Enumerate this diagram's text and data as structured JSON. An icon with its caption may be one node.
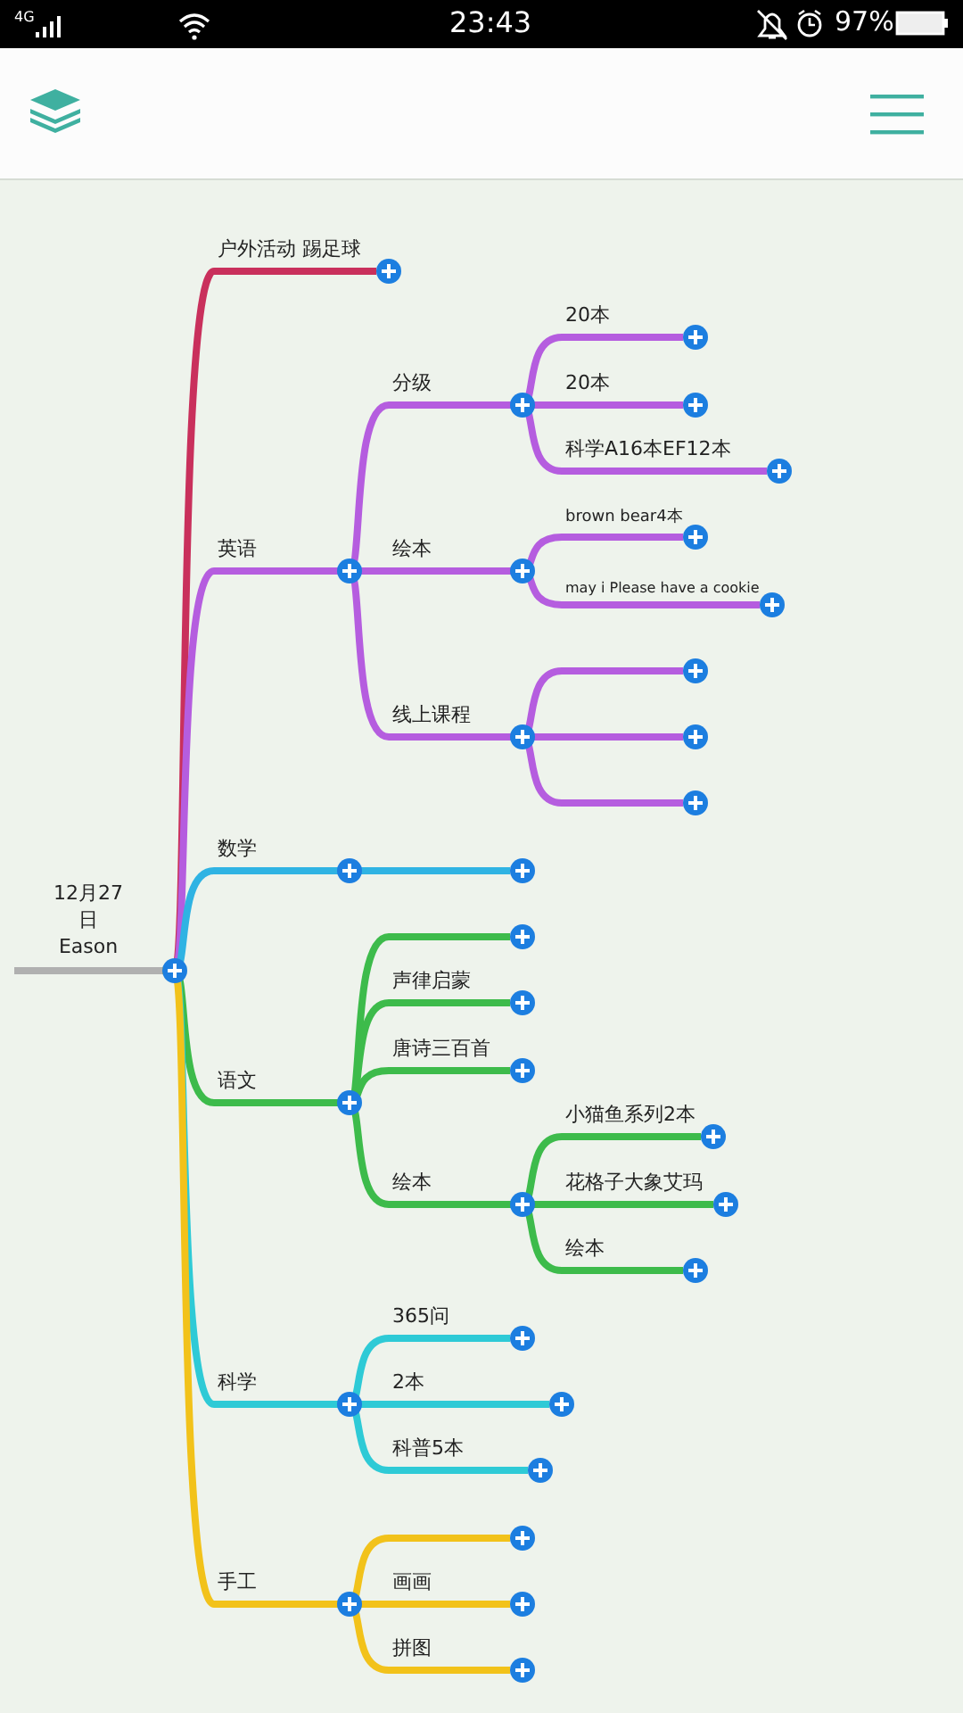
{
  "diagram": {
    "nodes": [
      {
        "text": [
          "12月27日 Eason"
        ]
      },
      {
        "text": [
          "户外活动 踢足球"
        ]
      },
      {
        "text": [
          "英语"
        ]
      },
      {
        "text": [
          "分级"
        ]
      },
      {
        "text": [
          "20本"
        ]
      },
      {
        "text": [
          "20本"
        ]
      },
      {
        "text": [
          "科学A16本EF12本"
        ]
      },
      {
        "text": [
          "绘本"
        ]
      },
      {
        "text": [
          "brown bear4本"
        ]
      },
      {
        "text": [
          "may i Please have a cookie"
        ]
      },
      {
        "text": [
          "线上课程"
        ]
      },
      {
        "text": [],
        "shape": "bar"
      },
      {
        "text": [],
        "shape": "bar"
      },
      {
        "text": [],
        "shape": "bar"
      },
      {
        "text": [
          "数学"
        ]
      },
      {
        "text": [],
        "shape": "bar"
      },
      {
        "text": [
          "语文"
        ]
      },
      {
        "text": [],
        "shape": "bar"
      },
      {
        "text": [
          "声律启蒙"
        ]
      },
      {
        "text": [
          "唐诗三百首"
        ]
      },
      {
        "text": [
          "绘本"
        ]
      },
      {
        "text": [
          "小猫鱼系列2本"
        ]
      },
      {
        "text": [
          "花格子大象艾玛"
        ]
      },
      {
        "text": [
          "绘本"
        ]
      },
      {
        "text": [
          "科学"
        ]
      },
      {
        "text": [
          "365问"
        ]
      },
      {
        "text": [
          "2本"
        ]
      },
      {
        "text": [
          "科普5本"
        ]
      },
      {
        "text": [
          "手工"
        ]
      },
      {
        "text": [],
        "shape": "bar"
      },
      {
        "text": [
          "画画"
        ]
      },
      {
        "text": [
          "拼图"
        ]
      }
    ],
    "edges": [
      {
        "from": 0,
        "to": 1,
        "arrow": "none",
        "color": "#c9305c"
      },
      {
        "from": 0,
        "to": 2,
        "arrow": "none",
        "color": "#b55ddf"
      },
      {
        "from": 2,
        "to": 3,
        "arrow": "none",
        "color": "#b55ddf"
      },
      {
        "from": 3,
        "to": 4,
        "arrow": "none",
        "color": "#b55ddf"
      },
      {
        "from": 3,
        "to": 5,
        "arrow": "none",
        "color": "#b55ddf"
      },
      {
        "from": 3,
        "to": 6,
        "arrow": "none",
        "color": "#b55ddf"
      },
      {
        "from": 2,
        "to": 7,
        "arrow": "none",
        "color": "#b55ddf"
      },
      {
        "from": 7,
        "to": 8,
        "arrow": "none",
        "color": "#b55ddf"
      },
      {
        "from": 7,
        "to": 9,
        "arrow": "none",
        "color": "#b55ddf"
      },
      {
        "from": 2,
        "to": 10,
        "arrow": "none",
        "color": "#b55ddf"
      },
      {
        "from": 10,
        "to": 11,
        "arrow": "none",
        "color": "#b55ddf"
      },
      {
        "from": 10,
        "to": 12,
        "arrow": "none",
        "color": "#b55ddf"
      },
      {
        "from": 10,
        "to": 13,
        "arrow": "none",
        "color": "#b55ddf"
      },
      {
        "from": 0,
        "to": 14,
        "arrow": "none",
        "color": "#2fb3e3"
      },
      {
        "from": 14,
        "to": 15,
        "arrow": "none",
        "color": "#2fb3e3"
      },
      {
        "from": 0,
        "to": 16,
        "arrow": "none",
        "color": "#3dbb4b"
      },
      {
        "from": 16,
        "to": 17,
        "arrow": "none",
        "color": "#3dbb4b"
      },
      {
        "from": 16,
        "to": 18,
        "arrow": "none",
        "color": "#3dbb4b"
      },
      {
        "from": 16,
        "to": 19,
        "arrow": "none",
        "color": "#3dbb4b"
      },
      {
        "from": 16,
        "to": 20,
        "arrow": "none",
        "color": "#3dbb4b"
      },
      {
        "from": 20,
        "to": 21,
        "arrow": "none",
        "color": "#3dbb4b"
      },
      {
        "from": 20,
        "to": 22,
        "arrow": "none",
        "color": "#3dbb4b"
      },
      {
        "from": 20,
        "to": 23,
        "arrow": "none",
        "color": "#3dbb4b"
      },
      {
        "from": 0,
        "to": 24,
        "arrow": "none",
        "color": "#2ecad6"
      },
      {
        "from": 24,
        "to": 25,
        "arrow": "none",
        "color": "#2ecad6"
      },
      {
        "from": 24,
        "to": 26,
        "arrow": "none",
        "color": "#2ecad6"
      },
      {
        "from": 24,
        "to": 27,
        "arrow": "none",
        "color": "#2ecad6"
      },
      {
        "from": 0,
        "to": 28,
        "arrow": "none",
        "color": "#f2c21a"
      },
      {
        "from": 28,
        "to": 29,
        "arrow": "none",
        "color": "#f2c21a"
      },
      {
        "from": 28,
        "to": 30,
        "arrow": "none",
        "color": "#f2c21a"
      },
      {
        "from": 28,
        "to": 31,
        "arrow": "none",
        "color": "#f2c21a"
      }
    ],
    "labels": [
      "4G",
      "23:43",
      "97%"
    ]
  }
}
